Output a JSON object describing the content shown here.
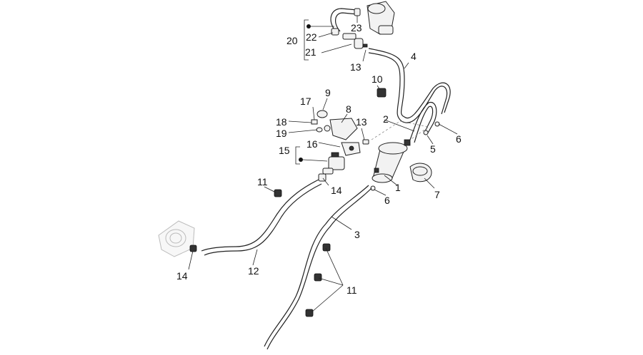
{
  "callouts": {
    "c1": "1",
    "c2": "2",
    "c3": "3",
    "c4": "4",
    "c5": "5",
    "c6a": "6",
    "c6b": "6",
    "c7": "7",
    "c8": "8",
    "c9": "9",
    "c10": "10",
    "c11a": "11",
    "c11b": "11",
    "c12": "12",
    "c13a": "13",
    "c13b": "13",
    "c14a": "14",
    "c14b": "14",
    "c15": "15",
    "c16": "16",
    "c17": "17",
    "c18": "18",
    "c19": "19",
    "c20": "20",
    "c21": "21",
    "c22": "22",
    "c23": "23"
  },
  "icons": [
    "fuel-filter-canister-icon",
    "throttle-body-icon",
    "solenoid-valve-icon",
    "clamp-icon"
  ]
}
